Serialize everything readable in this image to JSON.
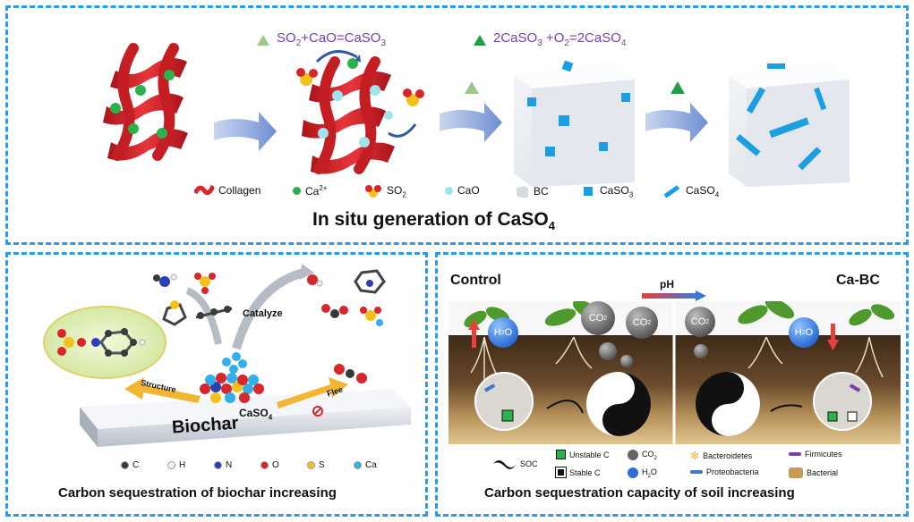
{
  "top_panel": {
    "equation1": {
      "lhs": "SO",
      "sub1": "2",
      "rest": "+CaO=CaSO",
      "sub2": "3"
    },
    "equation2": {
      "pre": "2CaSO",
      "sub1": "3",
      "mid": " +O",
      "sub2": "2",
      "post": "=2CaSO",
      "sub3": "4"
    },
    "legend": {
      "collagen": "Collagen",
      "ca": "Ca",
      "ca_sup": "2+",
      "so2": "SO",
      "so2_sub": "2",
      "cao": "CaO",
      "bc": "BC",
      "caso3": "CaSO",
      "caso3_sub": "3",
      "caso4": "CaSO",
      "caso4_sub": "4"
    },
    "title": "In situ generation of CaSO",
    "title_sub": "4"
  },
  "left_panel": {
    "catalyze": "Catalyze",
    "structure": "Structure",
    "flee": "Flee",
    "caso4": "CaSO",
    "caso4_sub": "4",
    "biochar": "Biochar",
    "atoms": [
      {
        "symbol": "C",
        "color": "#3a3a3a"
      },
      {
        "symbol": "H",
        "color": "#f2f2f2"
      },
      {
        "symbol": "N",
        "color": "#2a3fb8"
      },
      {
        "symbol": "O",
        "color": "#d8262b"
      },
      {
        "symbol": "S",
        "color": "#f2c21b"
      },
      {
        "symbol": "Ca",
        "color": "#34aee8"
      }
    ],
    "caption": "Carbon sequestration of biochar increasing"
  },
  "right_panel": {
    "control": "Control",
    "ca_bc": "Ca-BC",
    "ph": "pH",
    "co2": "CO",
    "co2_sub": "2",
    "h2o": "H",
    "h2o_sub": "2",
    "h2o_end": "O",
    "legend": {
      "soc": "SOC",
      "unstable_c": "Unstable C",
      "stable_c": "Stable C",
      "co2": "CO",
      "co2_sub": "2",
      "h2o": "H",
      "h2o_sub": "2",
      "h2o_end": "O",
      "bacteroidetes": "Bacteroidetes",
      "proteobacteria": "Proteobacteria",
      "firmicutes": "Firmicutes",
      "bacterial": "Bacterial"
    },
    "caption": "Carbon sequestration capacity of soil increasing"
  },
  "colors": {
    "panel_border": "#2e9be6",
    "equation_text": "#7a3fa8",
    "collagen_red": "#d8262b",
    "ca_green": "#2bb24c",
    "cao_cyan": "#9fe3ee",
    "caso_blue": "#1c9fe0",
    "arrow_blue": "#7f9fd8",
    "biochar_gray": "#d9dde3",
    "soil_brown": "#6b4a2b",
    "ph_gradient_start": "#e8413c",
    "ph_gradient_end": "#3a78d8"
  }
}
